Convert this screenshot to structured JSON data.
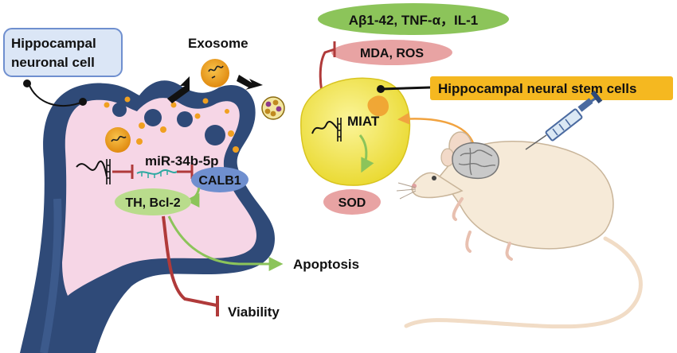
{
  "labels": {
    "hippocampal_cell_line1": "Hippocampal",
    "hippocampal_cell_line2": "neuronal cell",
    "exosome": "Exosome",
    "stimuli": "Aβ1-42, TNF-α，IL-1",
    "mda_ros": "MDA, ROS",
    "stem_cells": "Hippocampal neural stem cells",
    "miat": "MIAT",
    "mirna": "miR-34b-5p",
    "calb1": "CALB1",
    "th_bcl2": "TH, Bcl-2",
    "sod": "SOD",
    "apoptosis": "Apoptosis",
    "viability": "Viability"
  },
  "colors": {
    "neuron_outer": "#2f4a78",
    "neuron_inner": "#f6d6e6",
    "stem_cell": "#f2e84a",
    "stimuli_pill": "#8cc45a",
    "mda_pill": "#e8a3a3",
    "stem_label": "#f5b820",
    "calb1_pill": "#6f8fcf",
    "th_pill": "#b9dc8c",
    "inhibit": "#b03a3a",
    "promote_green": "#8cc45a",
    "promote_orange": "#f1a340",
    "exosome": "#f0a020"
  },
  "icons": [
    "syringe-icon",
    "mouse-icon",
    "brain-icon",
    "exosome-icon",
    "rna-strand-icon",
    "arrow-icon"
  ]
}
